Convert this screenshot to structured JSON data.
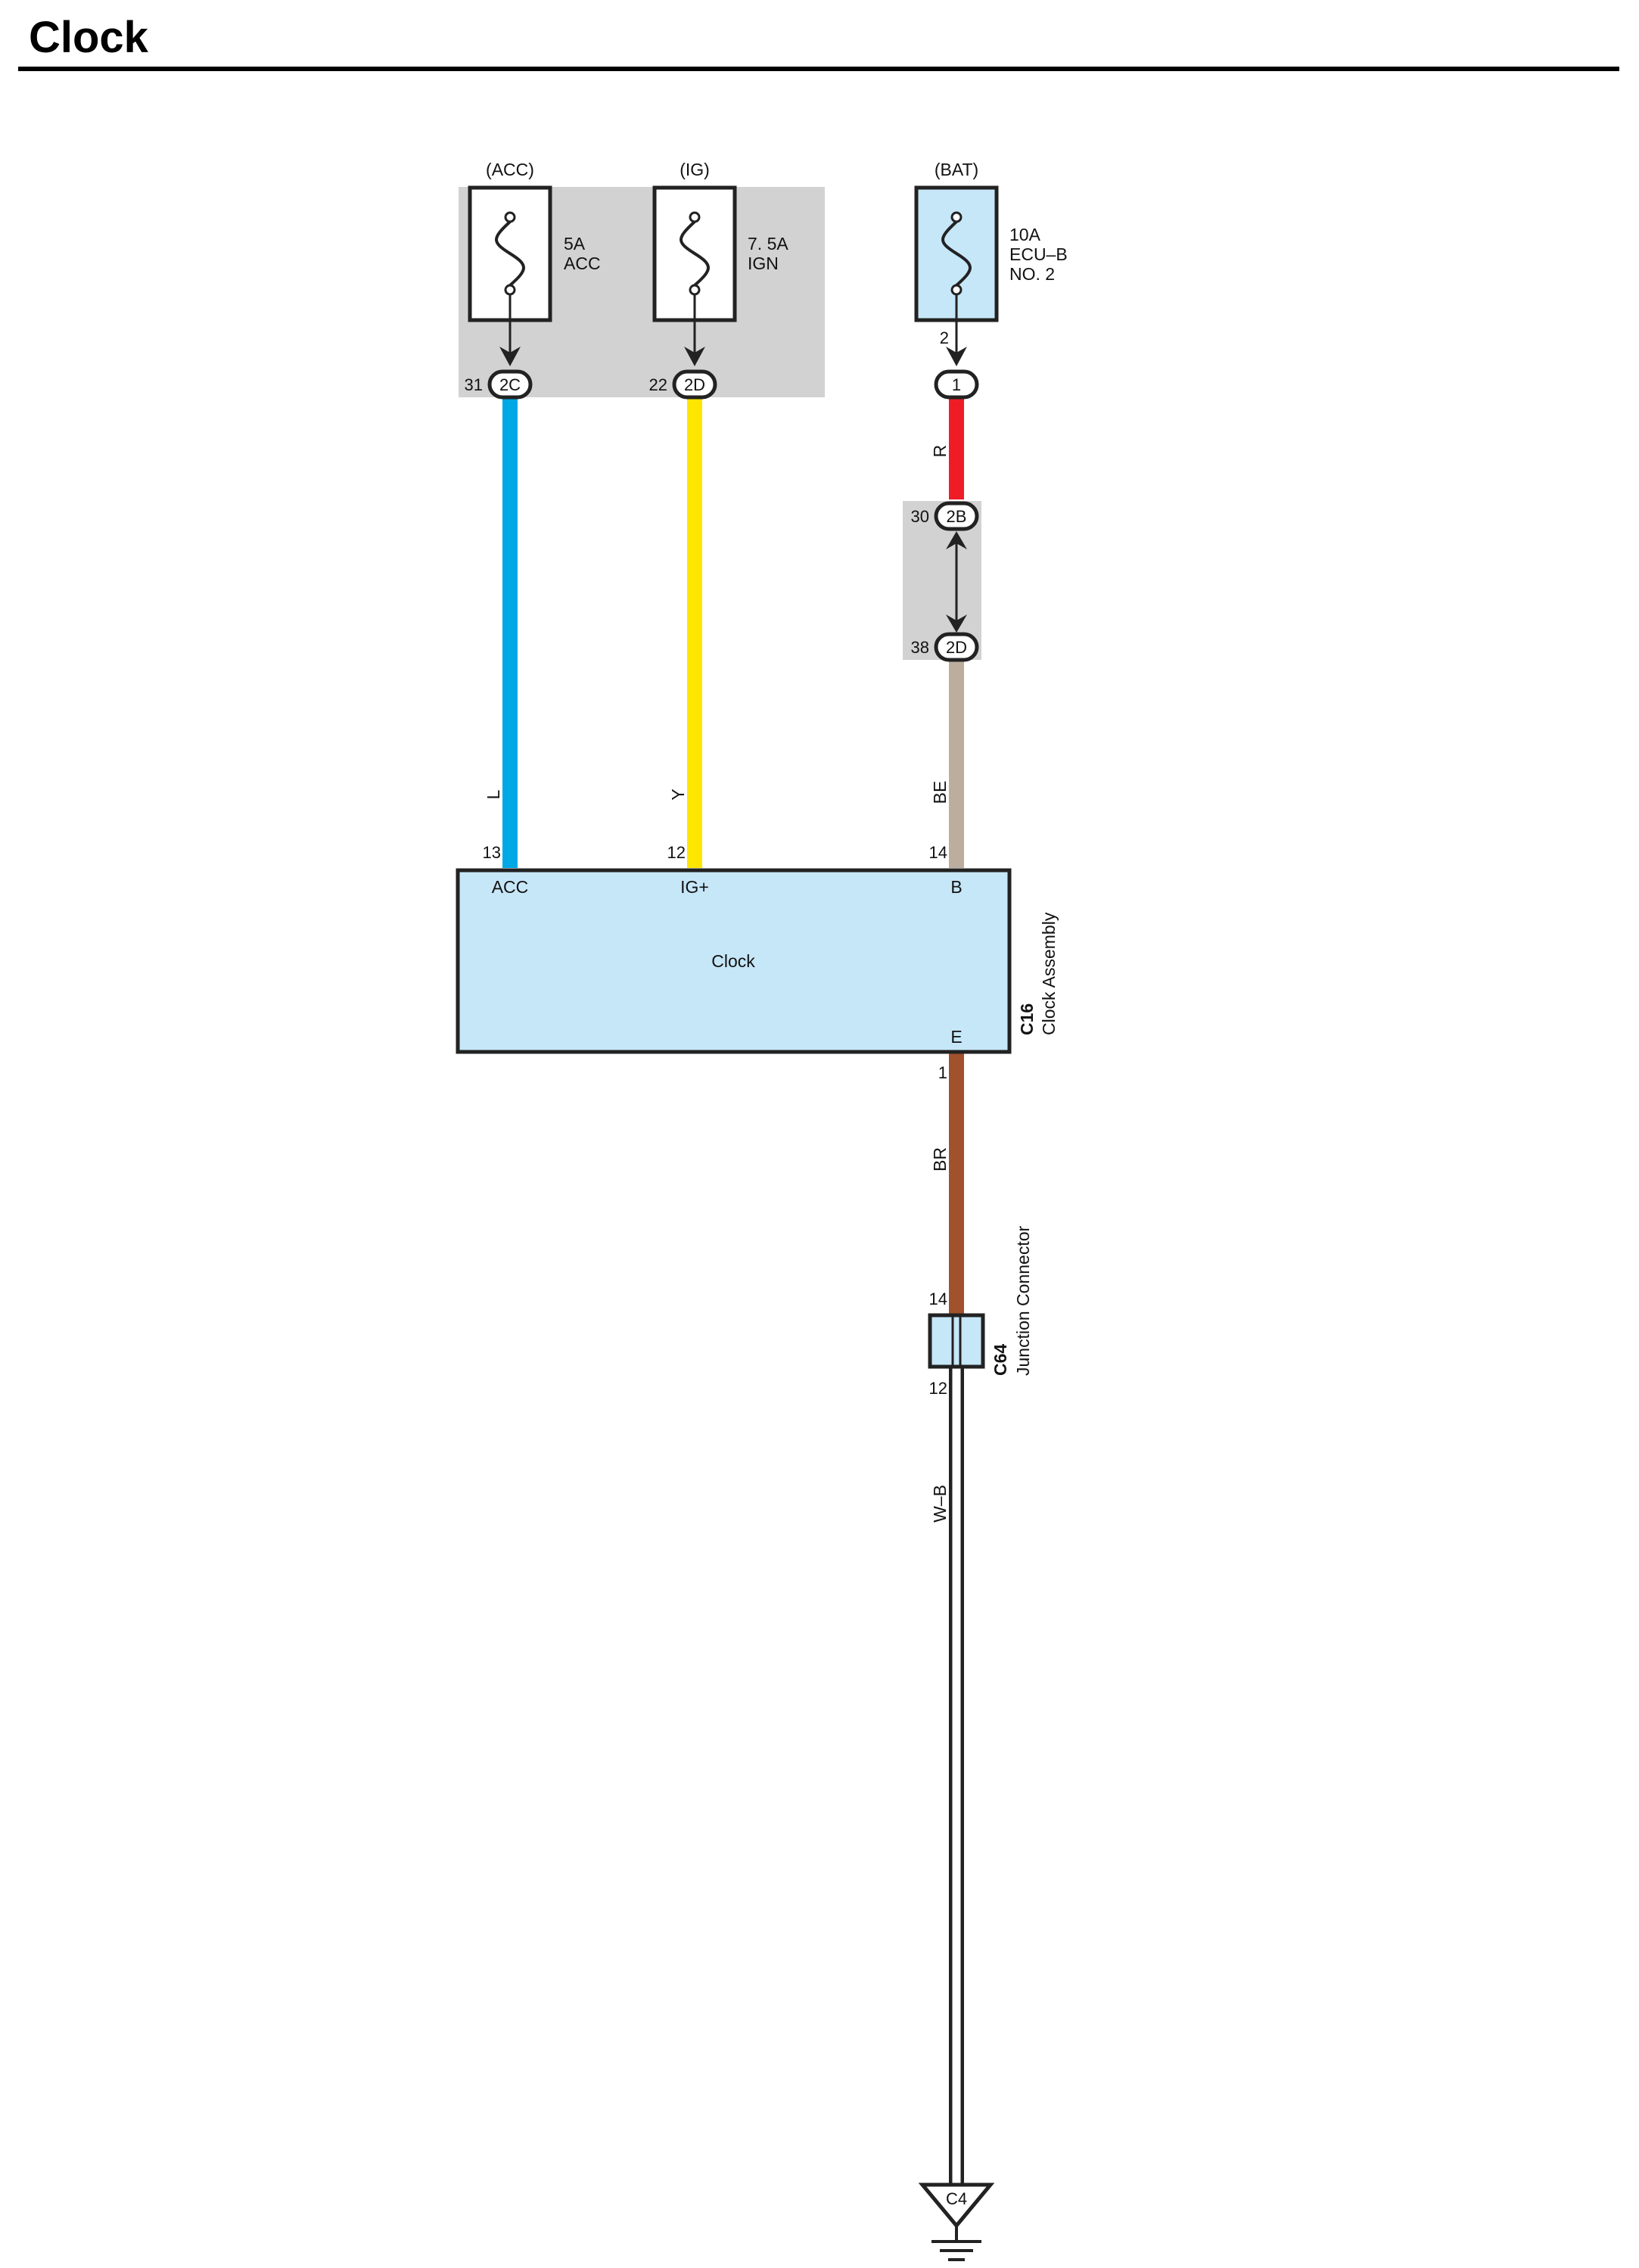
{
  "title": "Clock",
  "colors": {
    "wire_L": "#00a8e6",
    "wire_Y": "#ffe600",
    "wire_R": "#ee1c25",
    "wire_BE": "#bcae9f",
    "wire_BR": "#a0522d",
    "wire_WB": "#ffffff",
    "component_fill": "#c6e7f8",
    "junction_block": "#d2d2d3"
  },
  "fuses": [
    {
      "source": "(ACC)",
      "rating": "5A",
      "name": "ACC",
      "name2": ""
    },
    {
      "source": "(IG)",
      "rating": "7. 5A",
      "name": "IGN",
      "name2": ""
    },
    {
      "source": "(BAT)",
      "rating": "10A",
      "name": "ECU–B",
      "name2": "NO. 2"
    }
  ],
  "connectors": {
    "acc": {
      "pin": "31",
      "id": "2C"
    },
    "ig": {
      "pin": "22",
      "id": "2D"
    },
    "bat_pin": "2",
    "bat_conn": "1",
    "jb_top": {
      "pin": "30",
      "id": "2B"
    },
    "jb_bottom": {
      "pin": "38",
      "id": "2D"
    }
  },
  "wires": {
    "acc_color": "L",
    "ig_color": "Y",
    "bat_upper_color": "R",
    "bat_lower_color": "BE",
    "ground_color": "BR",
    "ground_lower_color": "W–B"
  },
  "clock": {
    "code": "C16",
    "name": "Clock Assembly",
    "label": "Clock",
    "pins": [
      {
        "pin": "13",
        "name": "ACC"
      },
      {
        "pin": "12",
        "name": "IG+"
      },
      {
        "pin": "14",
        "name": "B"
      }
    ],
    "ground_terminal": "E",
    "ground_pin": "1"
  },
  "junction": {
    "code": "C64",
    "name": "Junction Connector",
    "pin_top": "14",
    "pin_bottom": "12"
  },
  "ground": {
    "id": "C4"
  }
}
